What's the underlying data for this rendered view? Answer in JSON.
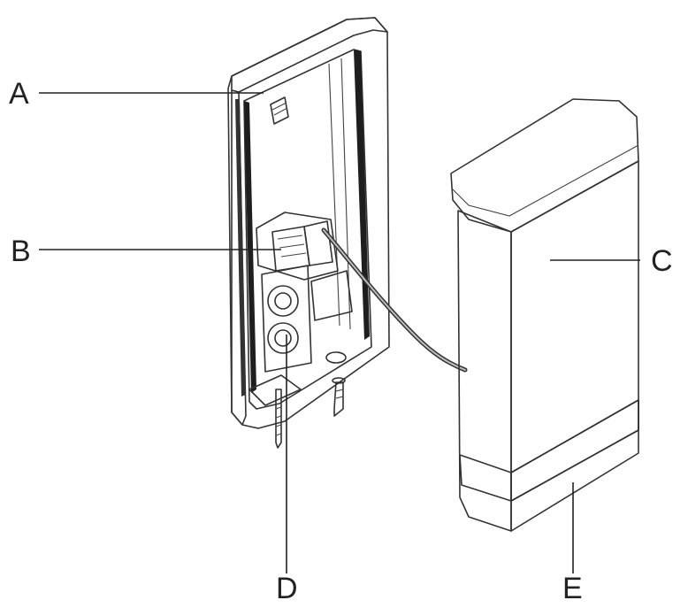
{
  "diagram": {
    "labels": {
      "a": "A",
      "b": "B",
      "c": "C",
      "d": "D",
      "e": "E"
    },
    "colors": {
      "line": "#222222",
      "shade_light": "#e9e9e9",
      "shade_mid": "#d6d6d6",
      "shade_dark": "#1e1e1e"
    }
  }
}
